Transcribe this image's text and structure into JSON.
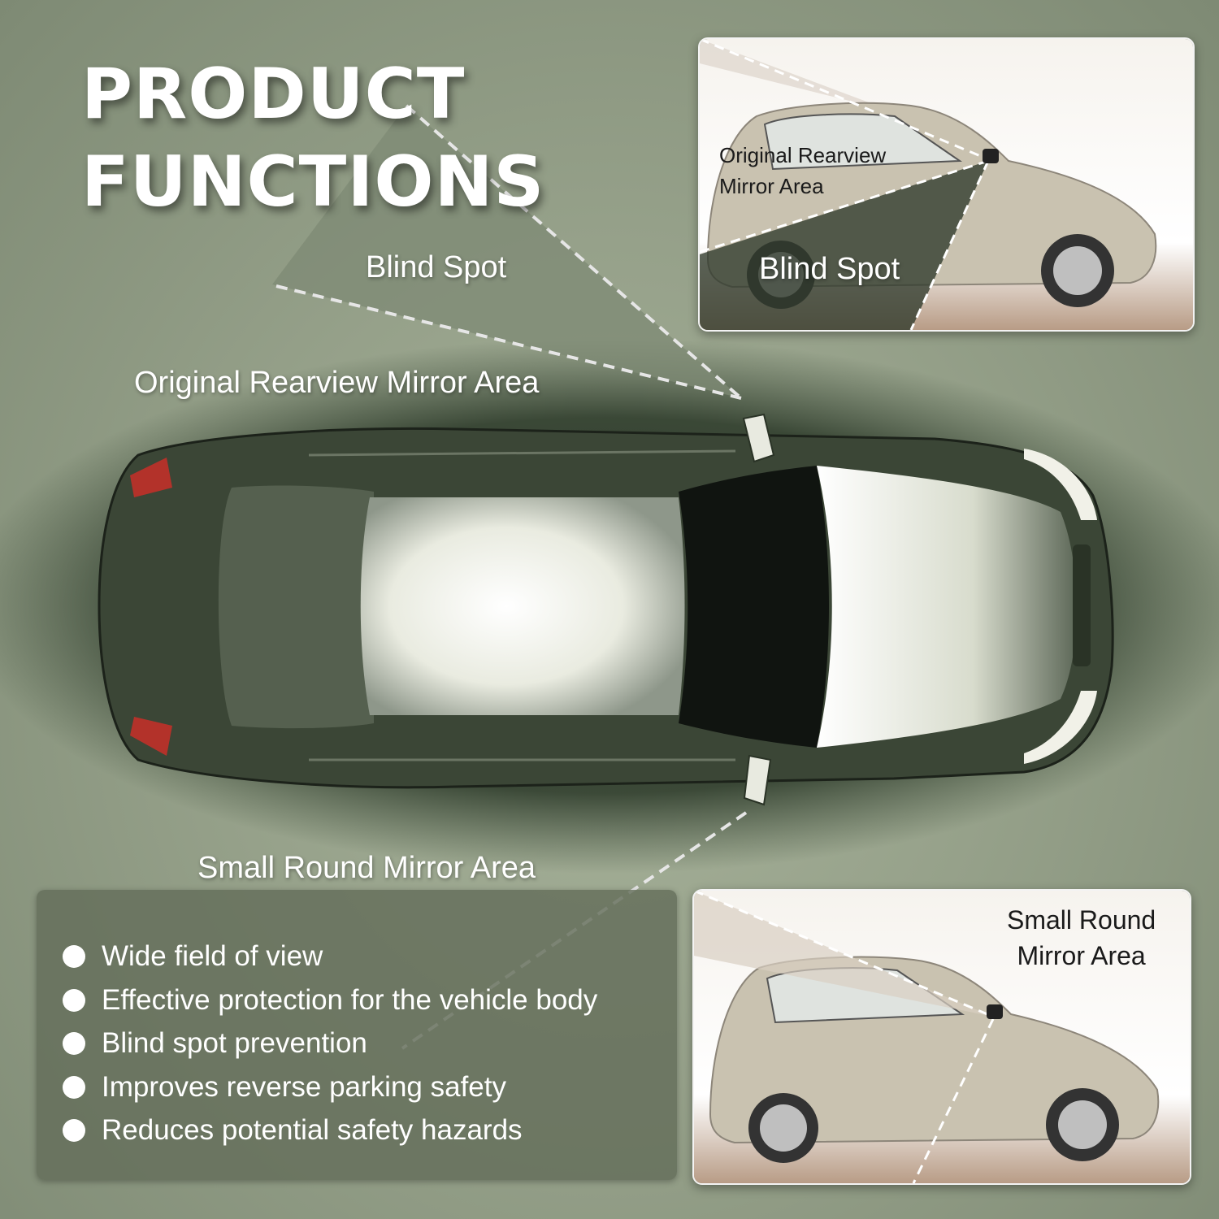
{
  "headline": {
    "line1": "PRODUCT",
    "line2": "FUNCTIONS"
  },
  "diagram": {
    "blind_spot_label": "Blind Spot",
    "rearview_label": "Original Rearview Mirror Area",
    "round_mirror_label": "Small Round Mirror Area"
  },
  "panel_top": {
    "label_line1": "Original Rearview",
    "label_line2": "Mirror Area",
    "blind_spot_label": "Blind Spot"
  },
  "panel_bottom": {
    "label_line1": "Small Round",
    "label_line2": "Mirror Area"
  },
  "features": [
    "Wide field of view",
    "Effective protection for the vehicle body",
    "Blind spot prevention",
    "Improves reverse parking safety",
    "Reduces potential safety hazards"
  ],
  "colors": {
    "background": "#96a18a",
    "car_body": "#3b4636",
    "roof_highlight": "#f1f1e8",
    "windshield": "#101410",
    "tail_light": "#b3322a",
    "panel_car": "#c9c2b0",
    "text": "#ffffff"
  }
}
